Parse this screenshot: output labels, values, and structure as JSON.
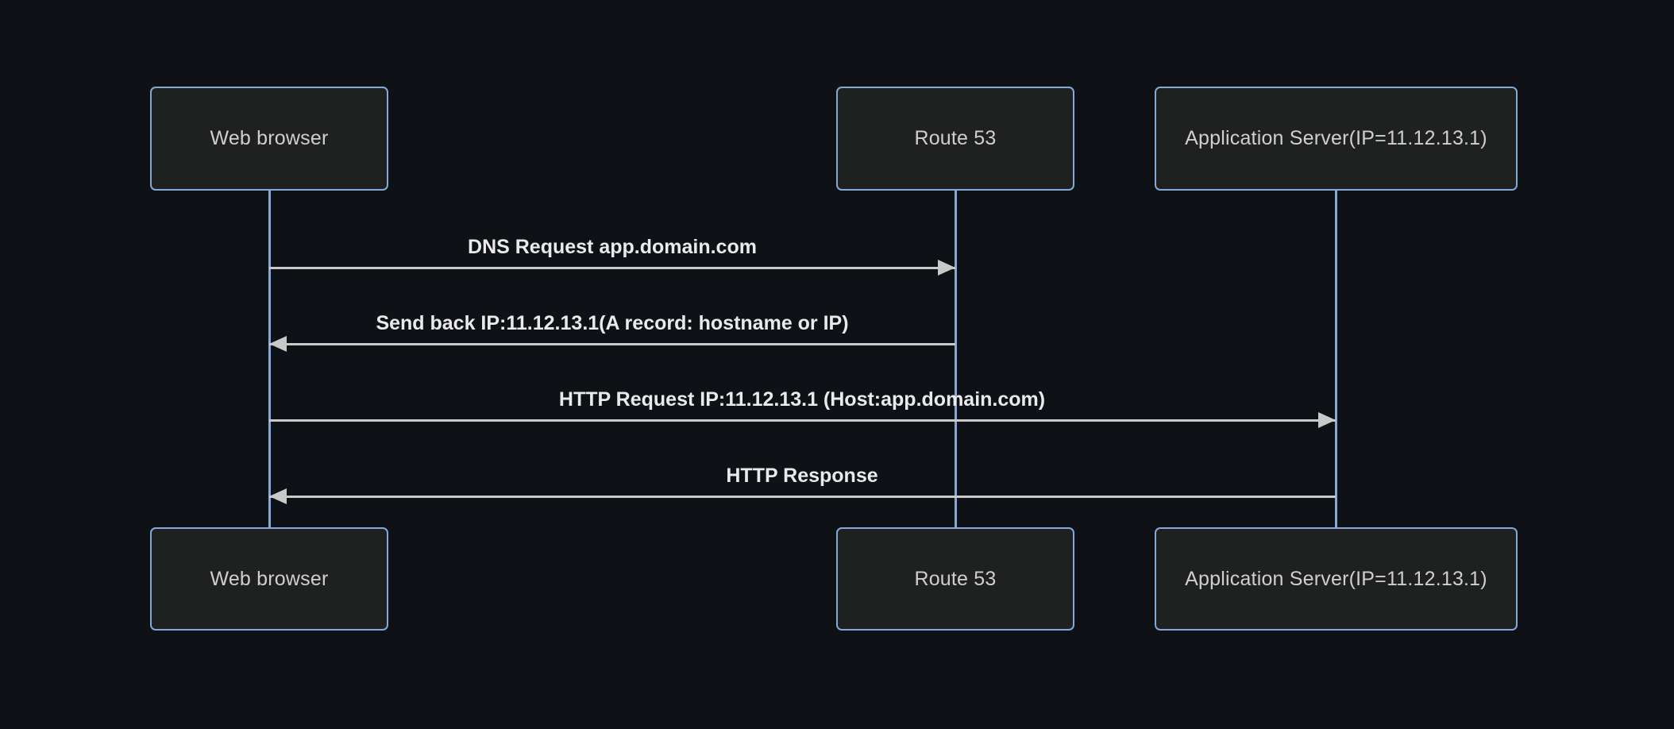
{
  "diagram": {
    "type": "sequence-diagram",
    "actors": [
      {
        "id": "web-browser",
        "label": "Web browser"
      },
      {
        "id": "route-53",
        "label": "Route 53"
      },
      {
        "id": "application-server",
        "label": "Application Server(IP=11.12.13.1)"
      }
    ],
    "messages": [
      {
        "text": "DNS Request app.domain.com",
        "from": "web-browser",
        "to": "route-53",
        "direction": "right",
        "arrow": "solid-filled"
      },
      {
        "text": "Send back IP:11.12.13.1(A record: hostname or IP)",
        "from": "route-53",
        "to": "web-browser",
        "direction": "left",
        "arrow": "solid-filled"
      },
      {
        "text": "HTTP Request IP:11.12.13.1 (Host:app.domain.com)",
        "from": "web-browser",
        "to": "application-server",
        "direction": "right",
        "arrow": "solid-filled"
      },
      {
        "text": "HTTP Response",
        "from": "application-server",
        "to": "web-browser",
        "direction": "left",
        "arrow": "solid-filled"
      }
    ],
    "colors": {
      "background": "#0e1116",
      "actor_fill": "#1f2121",
      "actor_border": "#84a9d6",
      "actor_text": "#cfcfcf",
      "lifeline": "#84a9d6",
      "message_line": "#c9c9c9",
      "message_text": "#eaeaea"
    }
  }
}
